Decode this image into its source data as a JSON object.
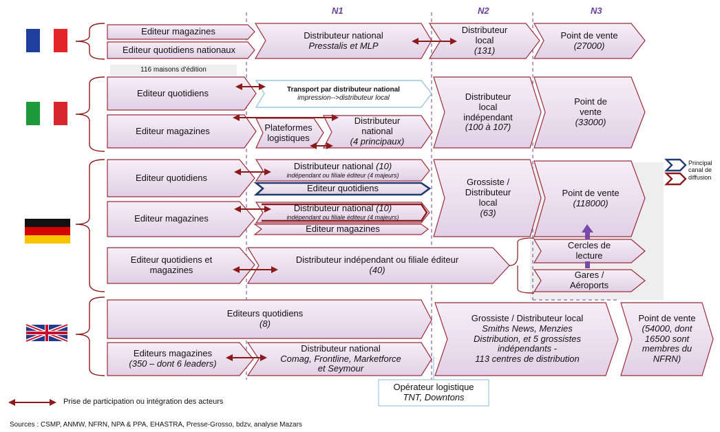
{
  "levels": {
    "n1": "N1",
    "n2": "N2",
    "n3": "N3"
  },
  "colors": {
    "fill": "#ece0ee",
    "border": "#9b2c3a",
    "arrow": "#8b1a1a",
    "blue": "#1f3b6e",
    "purple": "#7a4aa8"
  },
  "france": {
    "ed_mag": "Editeur magazines",
    "ed_quot": "Editeur quotidiens nationaux",
    "dist": {
      "l1": "Distributeur national",
      "l2": "Presstalis et MLP"
    },
    "local": {
      "l1": "Distributeur",
      "l2": "local",
      "l3": "(131)"
    },
    "pdv": {
      "l1": "Point de vente",
      "l2": "(27000)"
    },
    "maisons": "116 maisons d'édition"
  },
  "italy": {
    "ed_quot": "Editeur quotidiens",
    "ed_mag": "Editeur magazines",
    "transport": {
      "l1": "Transport par distributeur national",
      "l2": "impression-->distributeur local"
    },
    "plat": {
      "l1": "Plateformes",
      "l2": "logistiques"
    },
    "dist": {
      "l1": "Distributeur",
      "l2": "national",
      "l3": "(4 principaux)"
    },
    "local": {
      "l1": "Distributeur",
      "l2": "local",
      "l3": "indépendant",
      "l4": "(100 à 107)"
    },
    "pdv": {
      "l1": "Point de",
      "l2": "vente",
      "l3": "(33000)"
    }
  },
  "germany": {
    "ed_quot": "Editeur quotidiens",
    "ed_mag": "Editeur magazines",
    "dist1": {
      "l1": "Distributeur national",
      "n": "(10)",
      "l2": "indépendant ou filiale éditeur (4 majeurs)"
    },
    "quot_bar": "Editeur quotidiens",
    "dist2": {
      "l1": "Distributeur national",
      "n": "(10)",
      "l2": "indépendant ou filiale éditeur (4 majeurs)"
    },
    "mag_bar": "Editeur magazines",
    "gross": {
      "l1": "Grossiste /",
      "l2": "Distributeur",
      "l3": "local",
      "l4": "(63)"
    },
    "pdv": {
      "l1": "Point de vente",
      "l2": "(118000)"
    },
    "ed_qm": {
      "l1": "Editeur quotidiens et",
      "l2": "magazines"
    },
    "dist3": {
      "l1": "Distributeur indépendant ou filiale éditeur",
      "l2": "(40)"
    },
    "cercles": {
      "l1": "Cercles de",
      "l2": "lecture"
    },
    "gares": {
      "l1": "Gares /",
      "l2": "Aéroports"
    },
    "legend": {
      "l1": "Principal",
      "l2": "canal de",
      "l3": "diffusion"
    }
  },
  "uk": {
    "ed_quot": {
      "l1": "Editeurs quotidiens",
      "l2": "(8)"
    },
    "ed_mag": {
      "l1": "Editeurs magazines",
      "l2": "(350 – dont 6 leaders)"
    },
    "dist": {
      "l1": "Distributeur national",
      "l2": "Comag, Frontline, Marketforce",
      "l3": "et Seymour"
    },
    "gross": {
      "l1": "Grossiste / Distributeur local",
      "l2": "Smiths News, Menzies",
      "l3": "Distribution, et 5 grossistes",
      "l4": "indépendants -",
      "l5": "113 centres de distribution"
    },
    "pdv": {
      "l1": "Point de vente",
      "l2": "(54000, dont",
      "l3": "16500 sont",
      "l4": "membres du",
      "l5": "NFRN)"
    },
    "operateur": {
      "l1": "Opérateur logistique",
      "l2": "TNT, Downtons"
    }
  },
  "legend": "Prise de participation ou intégration des acteurs",
  "sources": "Sources : CSMP, ANMW, NFRN, NPA & PPA, EHASTRA, Presse-Grosso, bdzv, analyse Mazars"
}
